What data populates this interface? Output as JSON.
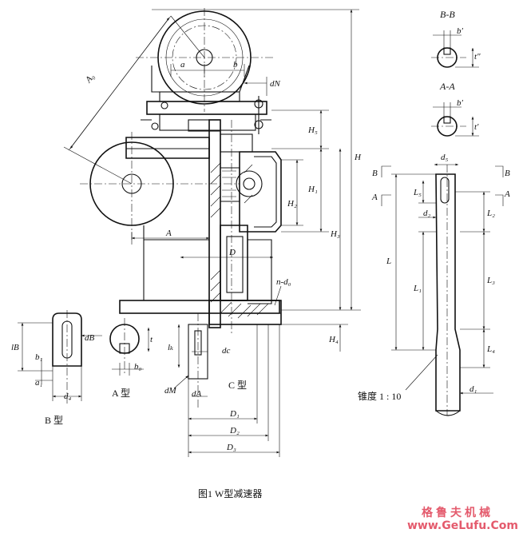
{
  "caption": "图1 W型减速器",
  "watermark": {
    "cn": "格鲁夫机械",
    "url": "www.GeLufu.Com"
  },
  "section_titles": {
    "bb": "B-B",
    "aa": "A-A"
  },
  "type_labels": {
    "a": "A 型",
    "b": "B 型",
    "c": "C 型"
  },
  "taper_label": "锥度 1 : 10",
  "dims": {
    "Ao": "A₀",
    "a": "a",
    "b": "b",
    "dN": "dN",
    "H": "H",
    "H5": "H₅",
    "H1": "H₁",
    "H2": "H₂",
    "H3": "H₃",
    "H4": "H₄",
    "A": "A",
    "D": "D",
    "n_do": "n-d₀",
    "D1": "D₁",
    "D2": "D₂",
    "D3": "D₃",
    "dM": "dM",
    "dA": "dA",
    "dc": "dc",
    "lk": "lₖ",
    "t": "t",
    "bo": "b₀",
    "lB": "lB",
    "dB": "dB",
    "b1": "b₁",
    "a1": "a₁",
    "d4": "d₄",
    "b_prime_bb": "b′",
    "t_dprime": "t″",
    "b_prime_aa": "b′",
    "t_prime": "t′",
    "d5": "d₅",
    "d2": "d₂",
    "d1": "d₁",
    "L": "L",
    "L1": "L₁",
    "L2": "L₂",
    "L3": "L₃",
    "L4": "L₄",
    "L5": "L₅",
    "sec_B": "B",
    "sec_A": "A"
  }
}
